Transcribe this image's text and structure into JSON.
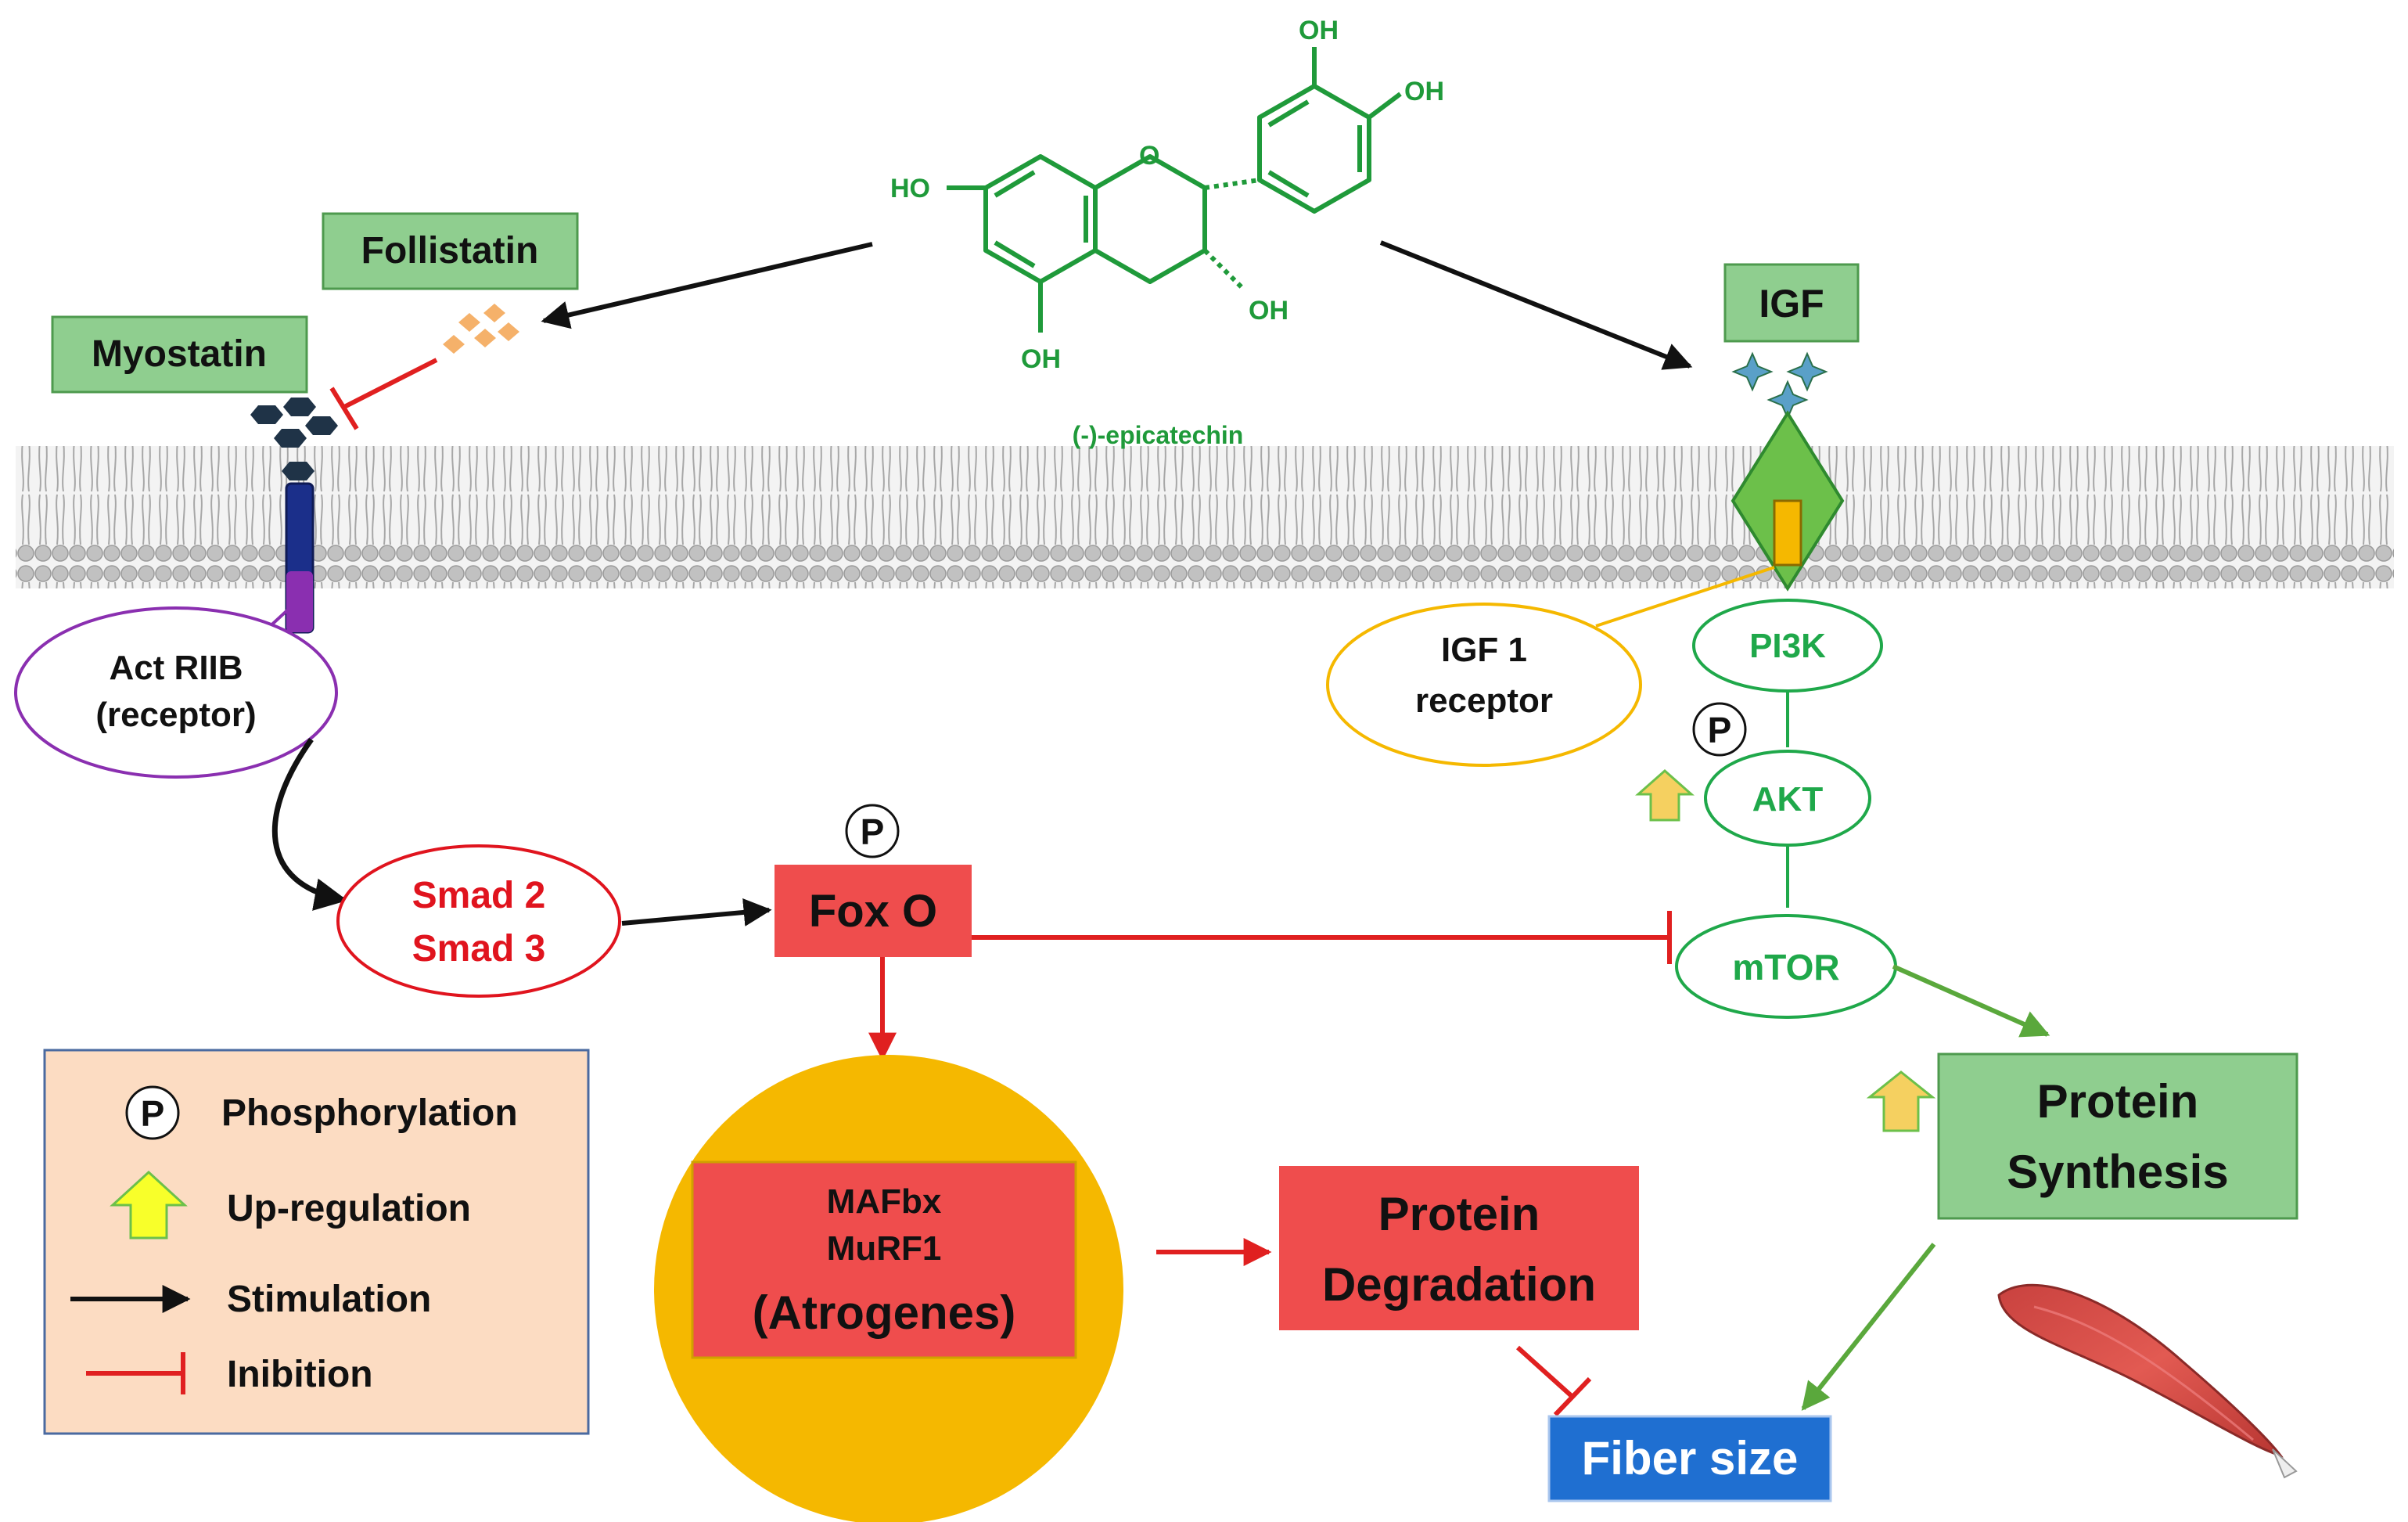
{
  "compound": {
    "name": "(-)-epicatechin",
    "groups": {
      "oh": "OH",
      "ho": "HO",
      "ring_o": "O"
    }
  },
  "nodes": {
    "follistatin": "Follistatin",
    "myostatin": "Myostatin",
    "igf": "IGF",
    "act_receptor": {
      "line1": "Act RIIB",
      "line2": "(receptor)"
    },
    "igf1_receptor": {
      "line1": "IGF 1",
      "line2": "receptor"
    },
    "pi3k": "PI3K",
    "akt": "AKT",
    "mtor": "mTOR",
    "smad": {
      "line1": "Smad 2",
      "line2": "Smad 3"
    },
    "foxo": "Fox O",
    "atrogenes": {
      "line1": "MAFbx",
      "line2": "MuRF1",
      "line3": "(Atrogenes)"
    },
    "protein_degradation": {
      "line1": "Protein",
      "line2": "Degradation"
    },
    "protein_synthesis": {
      "line1": "Protein",
      "line2": "Synthesis"
    },
    "fiber_size": "Fiber size",
    "phospho_symbol": "P"
  },
  "legend": {
    "phospho_symbol": "P",
    "phosphorylation": "Phosphorylation",
    "upregulation": "Up-regulation",
    "stimulation": "Stimulation",
    "inhibition": "Inibition"
  },
  "colors": {
    "green_box_fill": "#8fce8f",
    "green_box_stroke": "#4e9a4e",
    "green_text": "#1fa84a",
    "red_box_fill": "#ef4d4d",
    "red_text": "#e0141e",
    "inhibit_line": "#e02020",
    "stimulate_line": "#111111",
    "purple": "#8a2fb0",
    "orange": "#f5b800",
    "blue_box": "#1f6fd1",
    "legend_fill": "#fcdcc2",
    "legend_stroke": "#4a6aa0"
  }
}
